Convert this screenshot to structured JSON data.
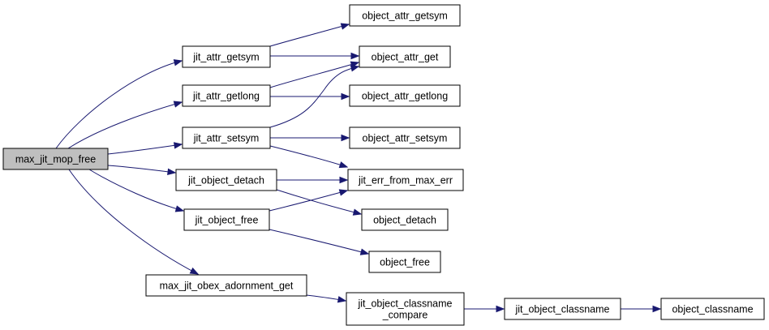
{
  "graph": {
    "nodes": {
      "max_jit_mop_free": {
        "label": "max_jit_mop_free",
        "root": true
      },
      "jit_attr_getsym": {
        "label": "jit_attr_getsym"
      },
      "jit_attr_getlong": {
        "label": "jit_attr_getlong"
      },
      "jit_attr_setsym": {
        "label": "jit_attr_setsym"
      },
      "jit_object_detach": {
        "label": "jit_object_detach"
      },
      "jit_object_free": {
        "label": "jit_object_free"
      },
      "max_jit_obex_adornment_get": {
        "label": "max_jit_obex_adornment_get"
      },
      "object_attr_getsym": {
        "label": "object_attr_getsym"
      },
      "object_attr_get": {
        "label": "object_attr_get"
      },
      "object_attr_getlong": {
        "label": "object_attr_getlong"
      },
      "object_attr_setsym": {
        "label": "object_attr_setsym"
      },
      "jit_err_from_max_err": {
        "label": "jit_err_from_max_err"
      },
      "object_detach": {
        "label": "object_detach"
      },
      "object_free": {
        "label": "object_free"
      },
      "jit_object_classname_compare": {
        "label": "jit_object_classname\n_compare"
      },
      "jit_object_classname": {
        "label": "jit_object_classname"
      },
      "object_classname": {
        "label": "object_classname"
      }
    },
    "edges": [
      {
        "from": "max_jit_mop_free",
        "to": "jit_attr_getsym"
      },
      {
        "from": "max_jit_mop_free",
        "to": "jit_attr_getlong"
      },
      {
        "from": "max_jit_mop_free",
        "to": "jit_attr_setsym"
      },
      {
        "from": "max_jit_mop_free",
        "to": "jit_object_detach"
      },
      {
        "from": "max_jit_mop_free",
        "to": "jit_object_free"
      },
      {
        "from": "max_jit_mop_free",
        "to": "max_jit_obex_adornment_get"
      },
      {
        "from": "jit_attr_getsym",
        "to": "object_attr_getsym"
      },
      {
        "from": "jit_attr_getsym",
        "to": "object_attr_get"
      },
      {
        "from": "jit_attr_getlong",
        "to": "object_attr_get"
      },
      {
        "from": "jit_attr_getlong",
        "to": "object_attr_getlong"
      },
      {
        "from": "jit_attr_setsym",
        "to": "object_attr_get"
      },
      {
        "from": "jit_attr_setsym",
        "to": "object_attr_setsym"
      },
      {
        "from": "jit_attr_setsym",
        "to": "jit_err_from_max_err"
      },
      {
        "from": "jit_object_detach",
        "to": "jit_err_from_max_err"
      },
      {
        "from": "jit_object_detach",
        "to": "object_detach"
      },
      {
        "from": "jit_object_free",
        "to": "jit_err_from_max_err"
      },
      {
        "from": "jit_object_free",
        "to": "object_free"
      },
      {
        "from": "max_jit_obex_adornment_get",
        "to": "jit_object_classname_compare"
      },
      {
        "from": "jit_object_classname_compare",
        "to": "jit_object_classname"
      },
      {
        "from": "jit_object_classname",
        "to": "object_classname"
      }
    ]
  }
}
